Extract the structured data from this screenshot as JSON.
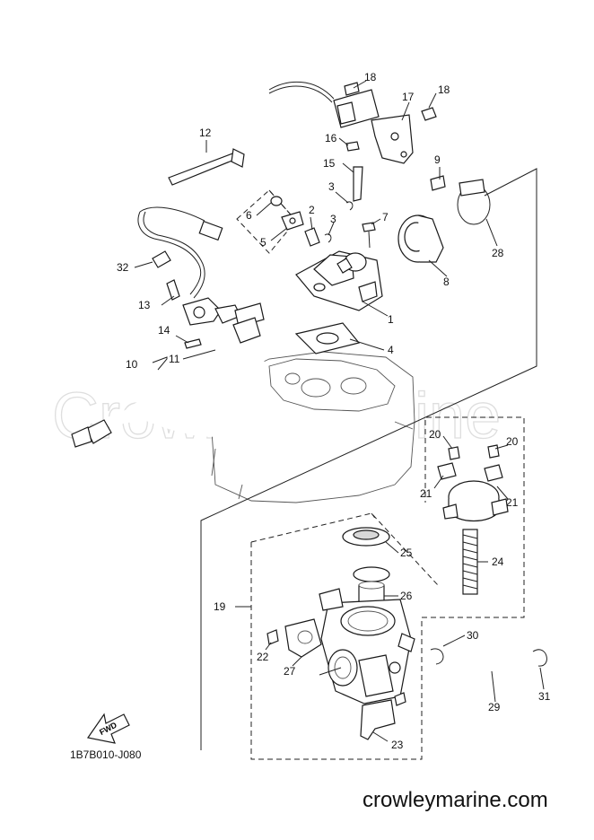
{
  "diagram_code": "1B7B010-J080",
  "website": "crowleymarine.com",
  "watermark": "Crowley Marine",
  "fwd_label": "FWD",
  "callouts": {
    "c1": "1",
    "c2": "2",
    "c3a": "3",
    "c3b": "3",
    "c4": "4",
    "c5": "5",
    "c6": "6",
    "c7": "7",
    "c8": "8",
    "c9": "9",
    "c10": "10",
    "c11": "11",
    "c12": "12",
    "c13": "13",
    "c14": "14",
    "c15": "15",
    "c16": "16",
    "c17": "17",
    "c18a": "18",
    "c18b": "18",
    "c19": "19",
    "c20a": "20",
    "c20b": "20",
    "c21a": "21",
    "c21b": "21",
    "c22": "22",
    "c23": "23",
    "c24": "24",
    "c25": "25",
    "c26": "26",
    "c27": "27",
    "c28": "28",
    "c29": "29",
    "c30": "30",
    "c31": "31",
    "c32": "32"
  }
}
